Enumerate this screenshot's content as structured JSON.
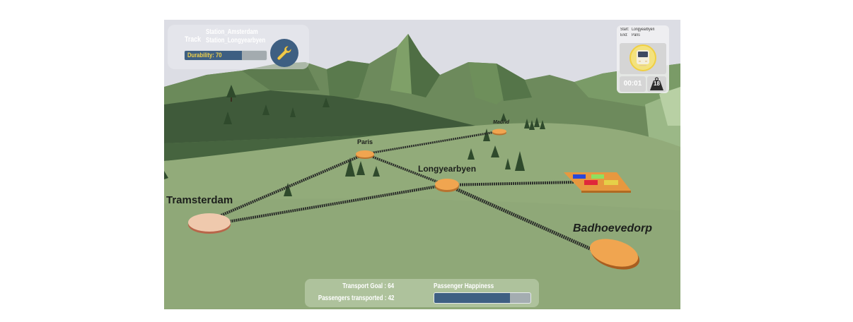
{
  "track_panel": {
    "label": "Track",
    "from_station": "Station_Amsterdam",
    "to_station": "Station_Longyearbyen",
    "durability_label": "Durability: 70",
    "durability_value": 70,
    "durability_percent": 70,
    "repair_icon": "wrench-icon"
  },
  "train_panel": {
    "start_key": "Start:",
    "start_value": "Longyearbyen",
    "end_key": "End:",
    "end_value": "Paris",
    "train_icon": "train-icon",
    "timer": "00:01",
    "weight_icon": "weight-icon",
    "weight_value": "18"
  },
  "stats_panel": {
    "goal_text": "Transport Goal :  64",
    "transport_goal": 64,
    "transported_text": "Passengers transported :  42",
    "passengers_transported": 42,
    "happiness_label": "Passenger Happiness",
    "happiness_percent": 79
  },
  "stations": [
    {
      "name": "Tramsterdam",
      "color": "#efc9ad"
    },
    {
      "name": "Paris",
      "color": "#f0a550"
    },
    {
      "name": "Madrid",
      "color": "#f0a550"
    },
    {
      "name": "Longyearbyen",
      "color": "#f0a550"
    },
    {
      "name": "Badhoevedorp",
      "color": "#f0a550"
    }
  ],
  "depot": {
    "blocks": [
      "#2a48d8",
      "#8fe060",
      "#e0283a",
      "#e6d048"
    ],
    "color": "#e7983f"
  },
  "colors": {
    "accent_blue": "#3e5f82",
    "durability_text": "#f0d14a",
    "ground": "#8fa878",
    "sky": "#dfe0e6"
  }
}
